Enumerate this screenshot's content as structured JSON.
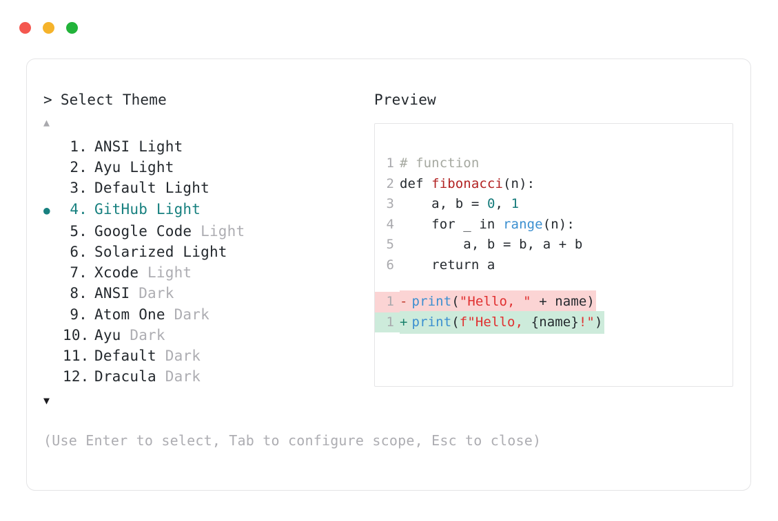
{
  "window": {
    "traffic_lights": [
      {
        "name": "close",
        "color": "#F4574F"
      },
      {
        "name": "minimize",
        "color": "#F5B32B"
      },
      {
        "name": "maximize",
        "color": "#22B33A"
      }
    ]
  },
  "picker": {
    "prompt_caret": ">",
    "prompt_label": "Select Theme",
    "scroll_up_icon": "▲",
    "scroll_down_icon": "▼",
    "selected_index": 4,
    "selected_bullet": "●",
    "accent_color": "#17807F",
    "muted_color": "#ADADB2",
    "items": [
      {
        "index": "1.",
        "name": "ANSI Light",
        "suffix": "",
        "muted_suffix": false,
        "selected": false
      },
      {
        "index": "2.",
        "name": "Ayu Light",
        "suffix": "",
        "muted_suffix": false,
        "selected": false
      },
      {
        "index": "3.",
        "name": "Default Light",
        "suffix": "",
        "muted_suffix": false,
        "selected": false
      },
      {
        "index": "4.",
        "name": "GitHub Light",
        "suffix": "",
        "muted_suffix": false,
        "selected": true
      },
      {
        "index": "5.",
        "name": "Google Code",
        "suffix": " Light",
        "muted_suffix": true,
        "selected": false
      },
      {
        "index": "6.",
        "name": "Solarized Light",
        "suffix": "",
        "muted_suffix": false,
        "selected": false
      },
      {
        "index": "7.",
        "name": "Xcode",
        "suffix": " Light",
        "muted_suffix": true,
        "selected": false
      },
      {
        "index": "8.",
        "name": "ANSI",
        "suffix": " Dark",
        "muted_suffix": true,
        "selected": false
      },
      {
        "index": "9.",
        "name": "Atom One",
        "suffix": " Dark",
        "muted_suffix": true,
        "selected": false
      },
      {
        "index": "10.",
        "name": "Ayu",
        "suffix": " Dark",
        "muted_suffix": true,
        "selected": false
      },
      {
        "index": "11.",
        "name": "Default",
        "suffix": " Dark",
        "muted_suffix": true,
        "selected": false
      },
      {
        "index": "12.",
        "name": "Dracula",
        "suffix": " Dark",
        "muted_suffix": true,
        "selected": false
      }
    ],
    "hint": "(Use Enter to select, Tab to configure scope, Esc to close)"
  },
  "preview": {
    "title": "Preview",
    "code_lines": [
      {
        "num": "1",
        "tokens": [
          {
            "t": "# function",
            "c": "tok-comment"
          }
        ]
      },
      {
        "num": "2",
        "tokens": [
          {
            "t": "def ",
            "c": "tok-keyword"
          },
          {
            "t": "fibonacci",
            "c": "tok-fn"
          },
          {
            "t": "(n):",
            "c": "tok-plain"
          }
        ]
      },
      {
        "num": "3",
        "tokens": [
          {
            "t": "    a, b = ",
            "c": "tok-plain"
          },
          {
            "t": "0",
            "c": "tok-num"
          },
          {
            "t": ", ",
            "c": "tok-plain"
          },
          {
            "t": "1",
            "c": "tok-num"
          }
        ]
      },
      {
        "num": "4",
        "tokens": [
          {
            "t": "    for _ in ",
            "c": "tok-plain"
          },
          {
            "t": "range",
            "c": "tok-builtin"
          },
          {
            "t": "(n):",
            "c": "tok-plain"
          }
        ]
      },
      {
        "num": "5",
        "tokens": [
          {
            "t": "        a, b = b, a + b",
            "c": "tok-plain"
          }
        ]
      },
      {
        "num": "6",
        "tokens": [
          {
            "t": "    return a",
            "c": "tok-plain"
          }
        ]
      }
    ],
    "diff_lines": [
      {
        "num": "1",
        "kind": "del",
        "sign": "-",
        "tokens": [
          {
            "t": "print",
            "c": "tok-call"
          },
          {
            "t": "(",
            "c": "tok-plain"
          },
          {
            "t": "\"Hello, \"",
            "c": "tok-str"
          },
          {
            "t": " + name)",
            "c": "tok-plain"
          }
        ]
      },
      {
        "num": "1",
        "kind": "add",
        "sign": "+",
        "tokens": [
          {
            "t": "print",
            "c": "tok-call"
          },
          {
            "t": "(",
            "c": "tok-plain"
          },
          {
            "t": "f\"Hello, ",
            "c": "tok-str"
          },
          {
            "t": "{name}",
            "c": "tok-plain"
          },
          {
            "t": "!\"",
            "c": "tok-str"
          },
          {
            "t": ")",
            "c": "tok-plain"
          }
        ]
      }
    ]
  }
}
